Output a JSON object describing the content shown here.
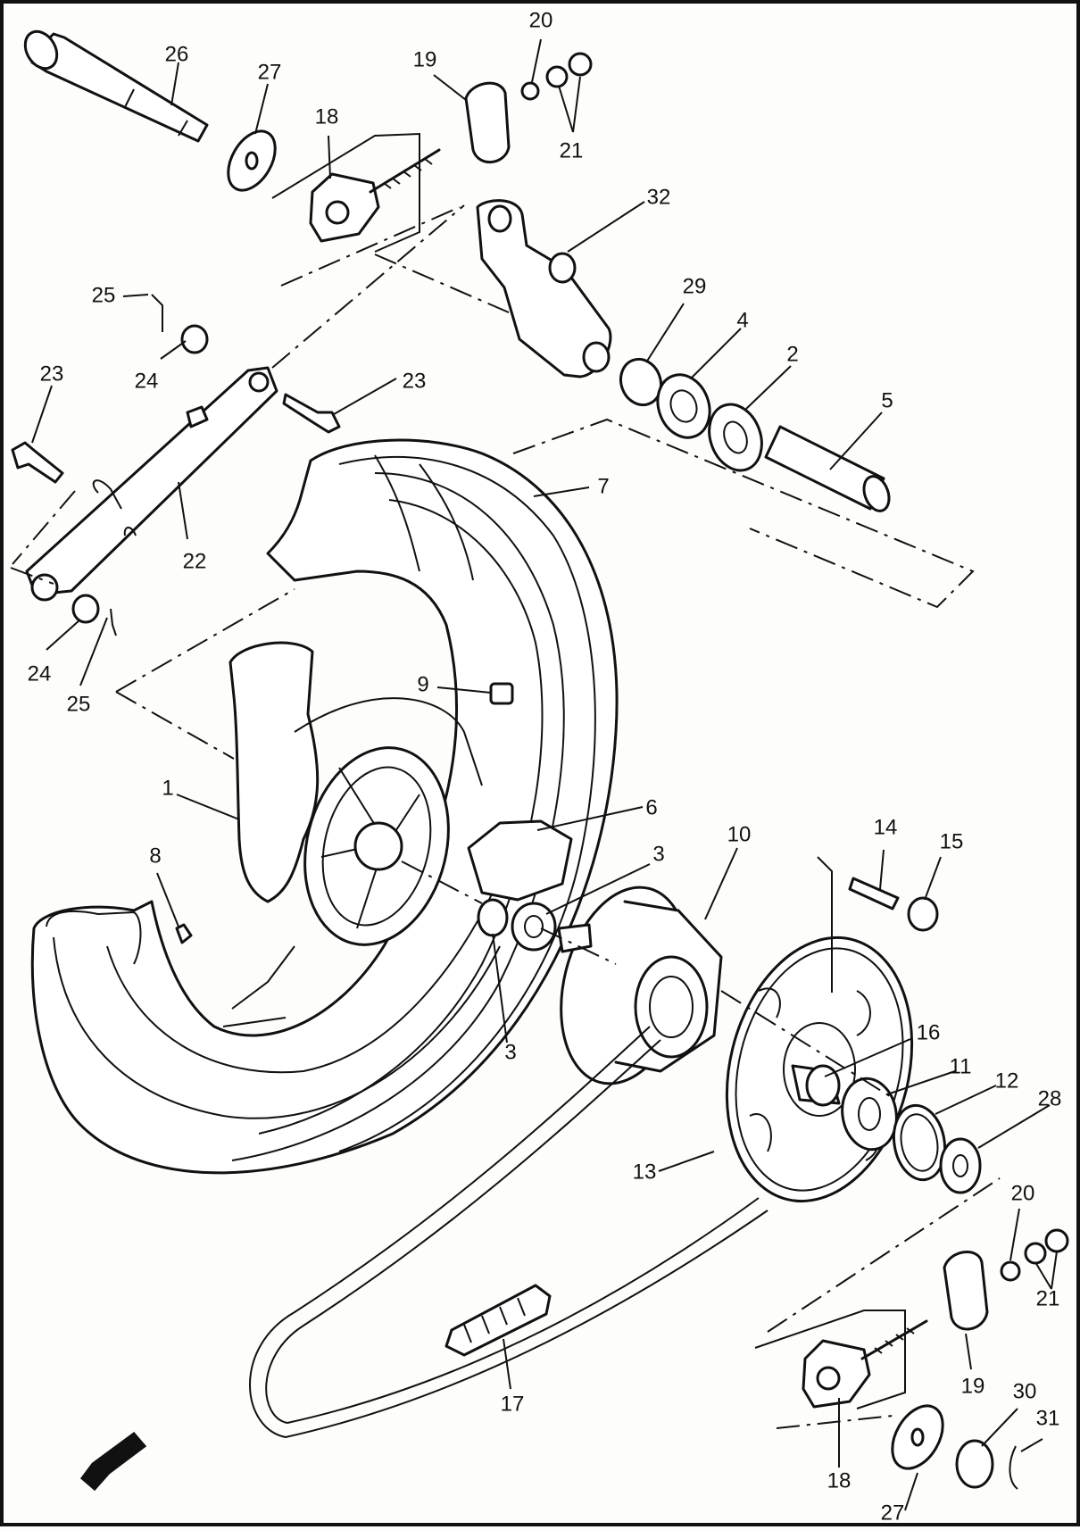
{
  "diagram": {
    "callouts": [
      {
        "id": "c20a",
        "text": "20"
      },
      {
        "id": "c26",
        "text": "26"
      },
      {
        "id": "c27a",
        "text": "27"
      },
      {
        "id": "c19a",
        "text": "19"
      },
      {
        "id": "c18a",
        "text": "18"
      },
      {
        "id": "c21a",
        "text": "21"
      },
      {
        "id": "c32",
        "text": "32"
      },
      {
        "id": "c25a",
        "text": "25"
      },
      {
        "id": "c29",
        "text": "29"
      },
      {
        "id": "c4",
        "text": "4"
      },
      {
        "id": "c2",
        "text": "2"
      },
      {
        "id": "c23a",
        "text": "23"
      },
      {
        "id": "c24a",
        "text": "24"
      },
      {
        "id": "c23b",
        "text": "23"
      },
      {
        "id": "c5",
        "text": "5"
      },
      {
        "id": "c7",
        "text": "7"
      },
      {
        "id": "c22",
        "text": "22"
      },
      {
        "id": "c24b",
        "text": "24"
      },
      {
        "id": "c25b",
        "text": "25"
      },
      {
        "id": "c9",
        "text": "9"
      },
      {
        "id": "c1",
        "text": "1"
      },
      {
        "id": "c6",
        "text": "6"
      },
      {
        "id": "c8",
        "text": "8"
      },
      {
        "id": "c10",
        "text": "10"
      },
      {
        "id": "c14",
        "text": "14"
      },
      {
        "id": "c15",
        "text": "15"
      },
      {
        "id": "c3a",
        "text": "3"
      },
      {
        "id": "c3b",
        "text": "3"
      },
      {
        "id": "c16",
        "text": "16"
      },
      {
        "id": "c11",
        "text": "11"
      },
      {
        "id": "c12",
        "text": "12"
      },
      {
        "id": "c28",
        "text": "28"
      },
      {
        "id": "c13",
        "text": "13"
      },
      {
        "id": "c20b",
        "text": "20"
      },
      {
        "id": "c21b",
        "text": "21"
      },
      {
        "id": "c17",
        "text": "17"
      },
      {
        "id": "c19b",
        "text": "19"
      },
      {
        "id": "c30",
        "text": "30"
      },
      {
        "id": "c31",
        "text": "31"
      },
      {
        "id": "c18b",
        "text": "18"
      },
      {
        "id": "c27b",
        "text": "27"
      }
    ]
  }
}
